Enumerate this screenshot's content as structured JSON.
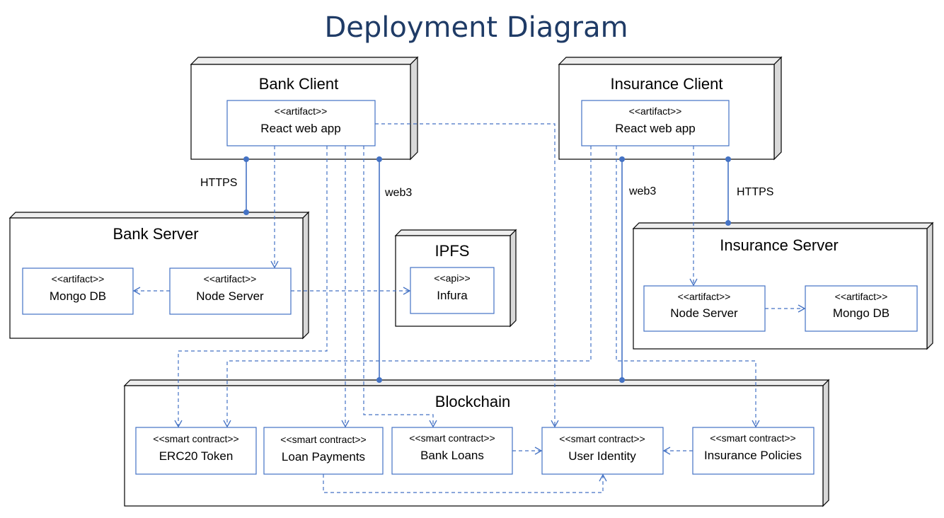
{
  "title": "Deployment Diagram",
  "nodes": {
    "bank_client": "Bank Client",
    "insurance_client": "Insurance Client",
    "bank_server": "Bank Server",
    "ipfs": "IPFS",
    "insurance_server": "Insurance Server",
    "blockchain": "Blockchain"
  },
  "artifacts": {
    "bank_react": {
      "stereotype": "<<artifact>>",
      "name": "React web app"
    },
    "insurance_react": {
      "stereotype": "<<artifact>>",
      "name": "React web app"
    },
    "bank_mongo": {
      "stereotype": "<<artifact>>",
      "name": "Mongo DB"
    },
    "bank_node": {
      "stereotype": "<<artifact>>",
      "name": "Node Server"
    },
    "infura": {
      "stereotype": "<<api>>",
      "name": "Infura"
    },
    "insurance_node": {
      "stereotype": "<<artifact>>",
      "name": "Node Server"
    },
    "insurance_mongo": {
      "stereotype": "<<artifact>>",
      "name": "Mongo DB"
    },
    "erc20": {
      "stereotype": "<<smart contract>>",
      "name": "ERC20 Token"
    },
    "loan_payments": {
      "stereotype": "<<smart contract>>",
      "name": "Loan Payments"
    },
    "bank_loans": {
      "stereotype": "<<smart contract>>",
      "name": "Bank Loans"
    },
    "user_identity": {
      "stereotype": "<<smart contract>>",
      "name": "User Identity"
    },
    "insurance_policies": {
      "stereotype": "<<smart contract>>",
      "name": "Insurance Policies"
    }
  },
  "connectors": {
    "bank_https": "HTTPS",
    "bank_web3": "web3",
    "insurance_web3": "web3",
    "insurance_https": "HTTPS"
  },
  "colors": {
    "connector": "#4472c4",
    "title": "#1f3b66",
    "node_side": "#d9d9d9"
  }
}
